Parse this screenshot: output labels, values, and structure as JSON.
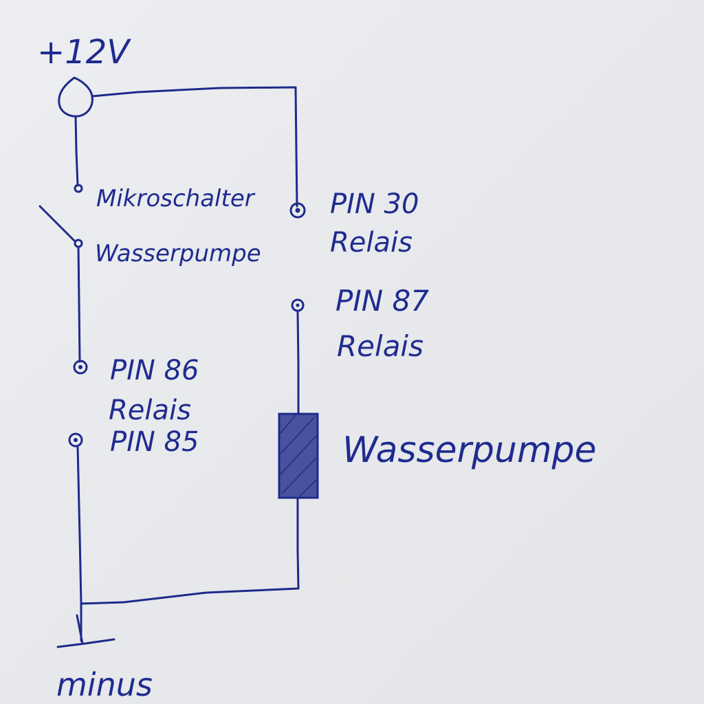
{
  "labels": {
    "supply": "+12V",
    "switch_line1": "Mikroschalter",
    "switch_line2": "Wasserpumpe",
    "pin30_line1": "PIN 30",
    "pin30_line2": "Relais",
    "pin87_line1": "PIN 87",
    "pin87_line2": "Relais",
    "pin86_line1": "PIN 86",
    "pin86_line2": "Relais",
    "pin85": "PIN 85",
    "load": "Wasserpumpe",
    "ground": "minus"
  },
  "colors": {
    "ink": "#1e2a8a",
    "paper": "#e9ebee"
  }
}
